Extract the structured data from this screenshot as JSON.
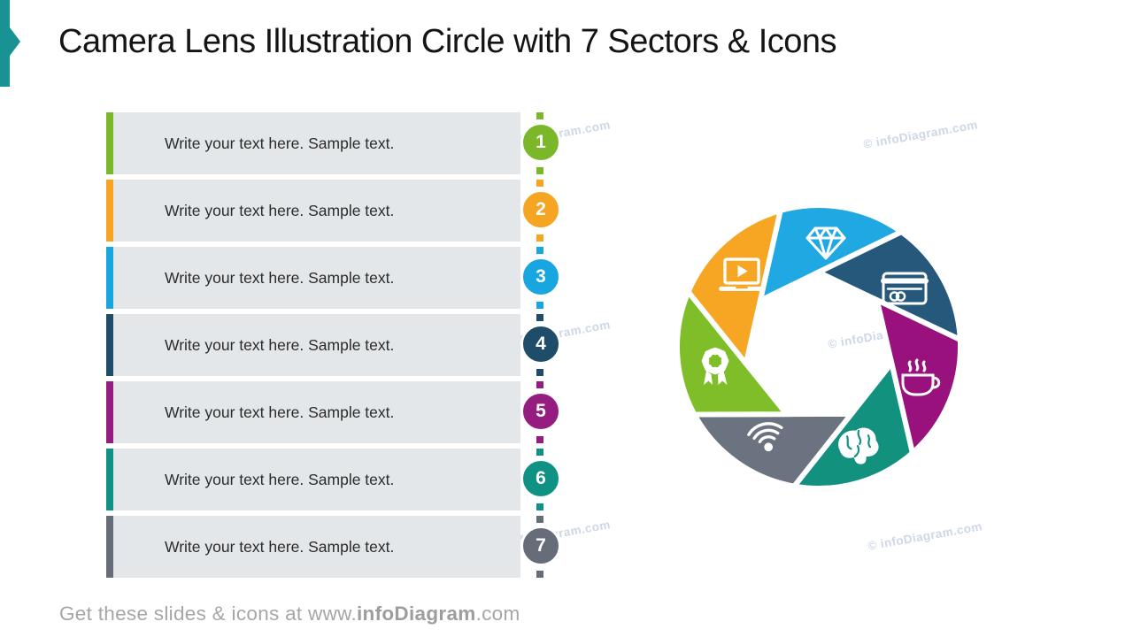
{
  "slide": {
    "title": "Camera Lens Illustration Circle with 7 Sectors & Icons",
    "accent_color": "#189292",
    "footer": {
      "prefix": "Get these slides & icons at www.",
      "bold": "infoDiagram",
      "suffix": ".com"
    }
  },
  "watermark": {
    "text": "© infoDiagram.com",
    "color": "#CDD7E6"
  },
  "list": {
    "items": [
      {
        "number": "1",
        "text": "Write your text here. Sample text.",
        "color": "#7AB829"
      },
      {
        "number": "2",
        "text": "Write your text here. Sample text.",
        "color": "#F6A522"
      },
      {
        "number": "3",
        "text": "Write your text here. Sample text.",
        "color": "#18A6E0"
      },
      {
        "number": "4",
        "text": "Write your text here. Sample text.",
        "color": "#1F4C68"
      },
      {
        "number": "5",
        "text": "Write your text here. Sample text.",
        "color": "#951D7F"
      },
      {
        "number": "6",
        "text": "Write your text here. Sample text.",
        "color": "#0F9183"
      },
      {
        "number": "7",
        "text": "Write your text here. Sample text.",
        "color": "#666D79"
      }
    ],
    "bar_background": "#E3E7EA"
  },
  "diagram": {
    "type": "camera-lens-aperture-7-sectors",
    "sectors": [
      {
        "icon": "diamond-icon",
        "color": "#1FA8E1"
      },
      {
        "icon": "credit-card-icon",
        "color": "#25587A"
      },
      {
        "icon": "coffee-cup-icon",
        "color": "#99117D"
      },
      {
        "icon": "brain-icon",
        "color": "#12917F"
      },
      {
        "icon": "wifi-icon",
        "color": "#6B7280"
      },
      {
        "icon": "award-badge-icon",
        "color": "#7FBE28"
      },
      {
        "icon": "laptop-video-icon",
        "color": "#F7A623"
      }
    ]
  }
}
